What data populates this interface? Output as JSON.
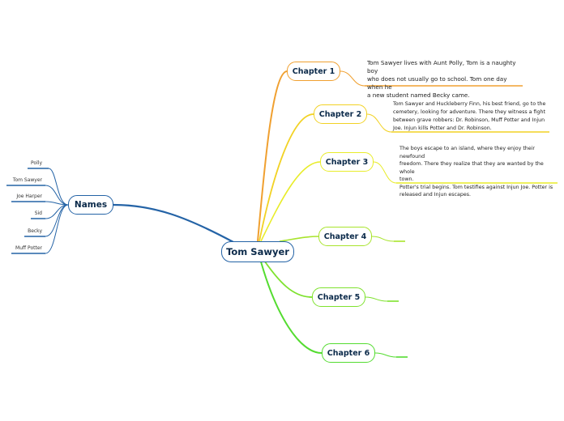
{
  "mindmap": {
    "central": "Tom Sawyer",
    "names_topic": {
      "label": "Names",
      "children": [
        "Polly",
        "Tom Sawyer",
        "Joe Harper",
        "Sid",
        "Becky",
        "Muff Potter"
      ]
    },
    "chapters": [
      {
        "label": "Chapter 1",
        "note": "Tom Sawyer lives with Aunt Polly, Tom is a naughty boy\nwho does not usually go to school. Tom one day when he\na new student named Becky came."
      },
      {
        "label": "Chapter 2",
        "note": "Tom Sawyer and Huckleberry Finn, his best friend, go to the\ncemetery, looking for adventure. There they witness a fight\nbetween grave robbers: Dr. Robinson, Muff Potter and Injun\nJoe. Injun kills Potter and Dr. Robinson."
      },
      {
        "label": "Chapter 3",
        "note": "The boys escape to an island, where they enjoy their newfound\nfreedom. There they realize that they are wanted by the whole\ntown.\nPotter's trial begins. Tom testifies against Injun Joe. Potter is\nreleased and Injun escapes."
      },
      {
        "label": "Chapter 4",
        "note": ""
      },
      {
        "label": "Chapter 5",
        "note": ""
      },
      {
        "label": "Chapter 6",
        "note": ""
      }
    ]
  },
  "colors": {
    "blue": "#2463a6",
    "chapter_1": "#f0a030",
    "chapter_2": "#f2d224",
    "chapter_3": "#e8ec28",
    "chapter_4": "#a8e42c",
    "chapter_5": "#7ee22e",
    "chapter_6": "#54dc30"
  }
}
